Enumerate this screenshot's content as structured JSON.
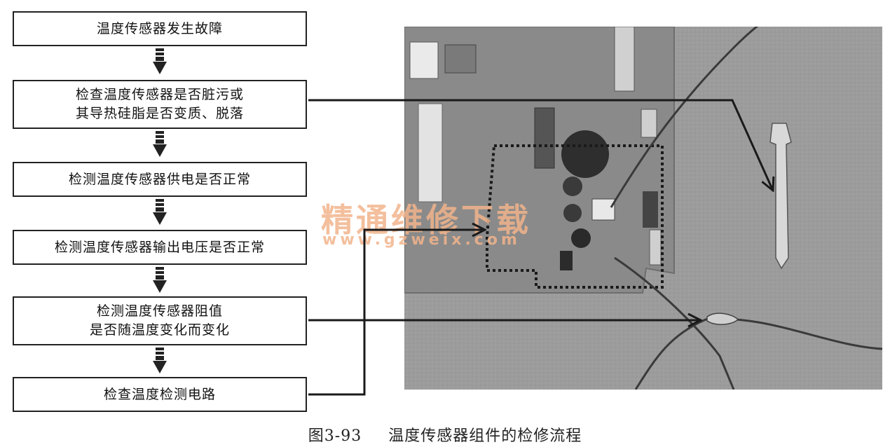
{
  "flowchart": {
    "steps": [
      {
        "line1": "温度传感器发生故障",
        "line2": ""
      },
      {
        "line1": "检查温度传感器是否脏污或",
        "line2": "其导热硅脂是否变质、脱落"
      },
      {
        "line1": "检测温度传感器供电是否正常",
        "line2": ""
      },
      {
        "line1": "检测温度传感器输出电压是否正常",
        "line2": ""
      },
      {
        "line1": "检测温度传感器阻值",
        "line2": "是否随温度变化而变化"
      },
      {
        "line1": "检查温度检测电路",
        "line2": ""
      }
    ]
  },
  "watermark": {
    "name": "精通维修下载",
    "url": "www.gzweix.com"
  },
  "caption": {
    "number": "图3-93",
    "title": "温度传感器组件的检修流程"
  },
  "colors": {
    "border": "#222222",
    "watermark": "#f2b48c",
    "photo_background": "#9a9a9a"
  }
}
